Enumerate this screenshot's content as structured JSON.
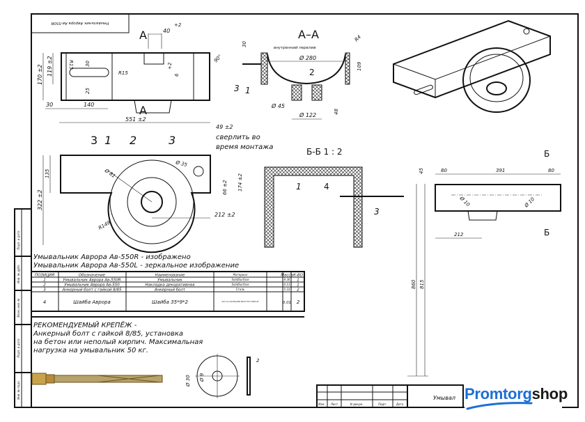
{
  "stamp_title": "Умывальник Аврора Ав-550R",
  "side_stamps": [
    "Подп. и дата",
    "Инв. № дубл.",
    "Взам. инв. №",
    "Подп. и дата",
    "Инв. № подл."
  ],
  "front_view": {
    "section_mark": "А",
    "dims": {
      "d40": "40",
      "tol2": "+2",
      "h170": "170 ±2",
      "h119": "119 ±2",
      "r15a": "R15",
      "d30v": "30",
      "r15b": "R15",
      "d25": "25",
      "d6": "6",
      "tol6": "+2",
      "w30": "30",
      "w140": "140",
      "angle": "90°"
    }
  },
  "section_aa": {
    "title": "А–А",
    "overflow_label": "внутренний перелив",
    "dims": {
      "d30": "30",
      "dia280": "Ø 280",
      "r4": "R4",
      "h109": "109",
      "dia45": "Ø 45",
      "h48": "48",
      "dia122": "Ø 122"
    },
    "positions": [
      "3",
      "1",
      "2"
    ]
  },
  "plan_view": {
    "dims": {
      "w551": "551 ±2",
      "d49": "49 ±2",
      "h135": "135",
      "h322": "322 ±2",
      "dia81": "Ø 81",
      "dia35": "Ø 35",
      "h66": "66 ±2",
      "h174": "174 ±2",
      "w212": "212 ±2",
      "r149": "R149"
    },
    "positions": [
      "3",
      "1",
      "2",
      "3"
    ],
    "drill_note_1": "сверлить во",
    "drill_note_2": "время монтажа"
  },
  "section_bb": {
    "title": "Б-Б 1 : 2",
    "positions": [
      "1",
      "4",
      "3"
    ]
  },
  "rear_view": {
    "mark": "Б",
    "dims": {
      "d45": "45",
      "w80a": "80",
      "w391": "391",
      "w80b": "80",
      "dia10a": "Ø 10",
      "dia10b": "Ø 10",
      "w212": "212",
      "h860": "860",
      "h815": "815"
    }
  },
  "notes": {
    "line1": "Умывальник Аврора Ав-550R - изображено",
    "line2": "Умывальник Аврора Ав-550L - зеркальное изображение"
  },
  "spec_table": {
    "headers": [
      "ПОЗИЦИЯ",
      "Обозначение",
      "Наименование",
      "Материал",
      "Масса",
      "К-ВО"
    ],
    "rows": [
      [
        "1",
        "Умывальник Аврора Ав-550R",
        "Умывальник",
        "SolidSurface",
        "9.36",
        "1"
      ],
      [
        "2",
        "Умывальник Аврора Ав-550",
        "Накладка декоративная",
        "SolidSurface",
        "0.13",
        "1"
      ],
      [
        "3",
        "Анкерный болт с гайкой 8/85",
        "Анкерный болт",
        "Сталь",
        "5.33",
        "2"
      ],
      [
        "4",
        "Шайба Аврора",
        "Шайба 35*9*2",
        "Лист х/к 2х1250х2500 08кп5 ГОСТ 16523-97",
        "0.01",
        "2"
      ]
    ]
  },
  "fastener": {
    "title": "РЕКОМЕНДУЕМЫЙ КРЕПЁЖ -",
    "line1": "Анкерный болт с гайкой 8/85, установка",
    "line2": "на бетон или неполый кирпич. Максимальная",
    "line3": "нагрузка на умывальник 50 кг.",
    "washer_dims": {
      "d30": "Ø 30",
      "d9": "Ø 9",
      "t2": "2"
    }
  },
  "title_block": {
    "columns": [
      "Изм.",
      "Лист",
      "N докум.",
      "Подп.",
      "Дата"
    ],
    "name": "Умывал"
  },
  "logo": {
    "part1": "Promtorg",
    "part2": "shop",
    "color": "#1d6fd6"
  }
}
